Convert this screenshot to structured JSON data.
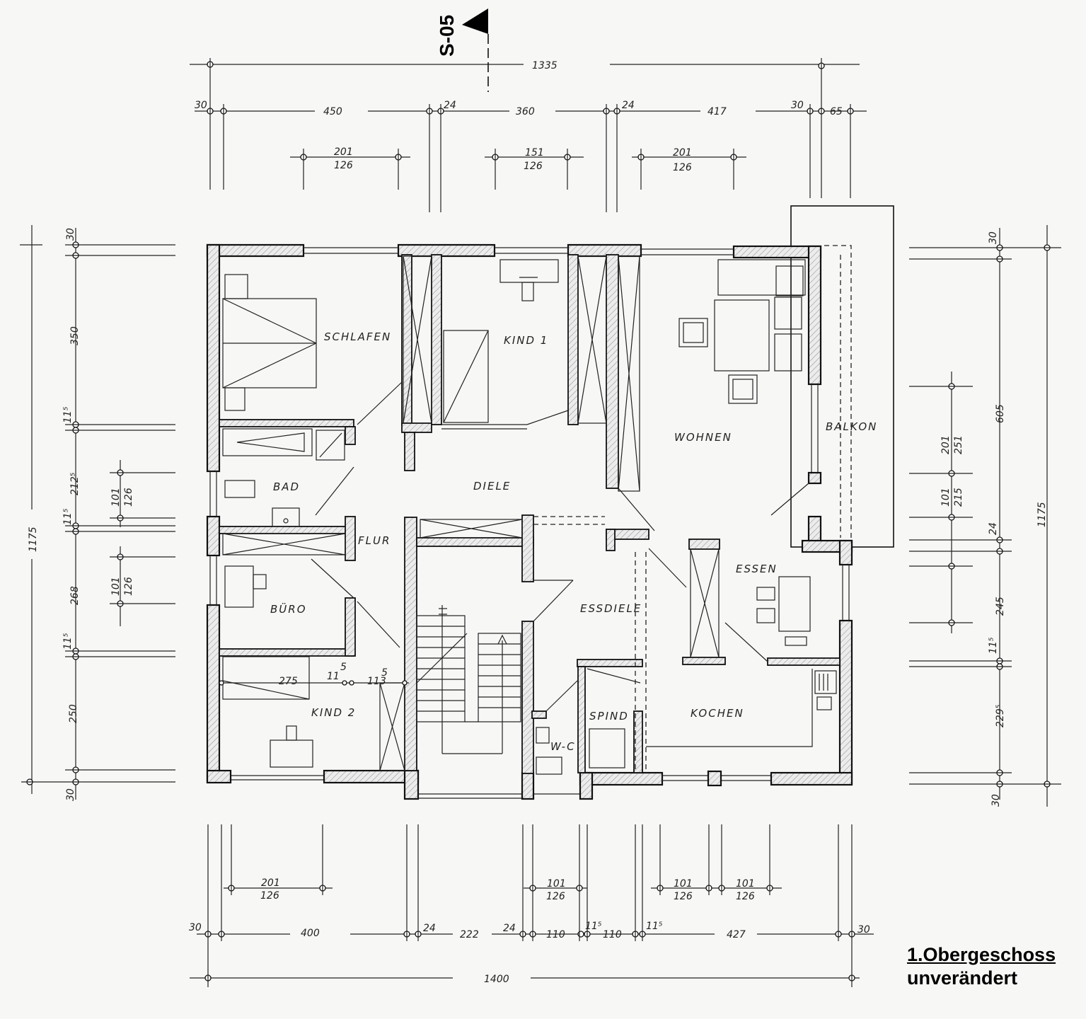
{
  "section_marker": "S-05",
  "caption": {
    "title": "1.Obergeschoss",
    "subtitle": "unverändert"
  },
  "rooms": {
    "schlafen": "SCHLAFEN",
    "kind1": "KIND 1",
    "wohnen": "WOHNEN",
    "balkon": "BALKON",
    "bad": "BAD",
    "diele": "DIELE",
    "flur": "FLUR",
    "buero": "BÜRO",
    "essdiele": "ESSDIELE",
    "essen": "ESSEN",
    "kind2": "KIND 2",
    "spind": "SPIND",
    "kochen": "KOCHEN",
    "wc": "W-C"
  },
  "dims_top": {
    "overall": "1335",
    "segments": [
      "30",
      "450",
      "24",
      "360",
      "24",
      "417",
      "30",
      "65"
    ],
    "windows": [
      {
        "w": "201",
        "h": "126"
      },
      {
        "w": "151",
        "h": "126"
      },
      {
        "w": "201",
        "h": "126"
      }
    ]
  },
  "dims_bottom": {
    "overall": "1400",
    "segments": [
      "30",
      "400",
      "24",
      "222",
      "24",
      "110",
      "11⁵",
      "110",
      "11⁵",
      "427",
      "30"
    ],
    "windows": [
      {
        "w": "201",
        "h": "126"
      },
      {
        "w": "101",
        "h": "126"
      },
      {
        "w": "101",
        "h": "126"
      },
      {
        "w": "101",
        "h": "126"
      }
    ]
  },
  "dims_left": {
    "overall": "1175",
    "segments": [
      "30",
      "350",
      "11⁵",
      "212⁵",
      "11⁵",
      "268",
      "11⁵",
      "250",
      "30"
    ],
    "windows": [
      {
        "w": "101",
        "h": "126"
      },
      {
        "w": "101",
        "h": "126"
      }
    ]
  },
  "dims_right": {
    "overall": "1175",
    "segments": [
      "30",
      "605",
      "24",
      "245",
      "11⁵",
      "229⁵",
      "30"
    ],
    "windows": [
      {
        "w": "201",
        "h": "251"
      },
      {
        "w": "101",
        "h": "215"
      }
    ]
  },
  "dims_inner": {
    "a": "275",
    "b": "11",
    "b_sup": "5",
    "c": "113",
    "c_sup": "5"
  }
}
